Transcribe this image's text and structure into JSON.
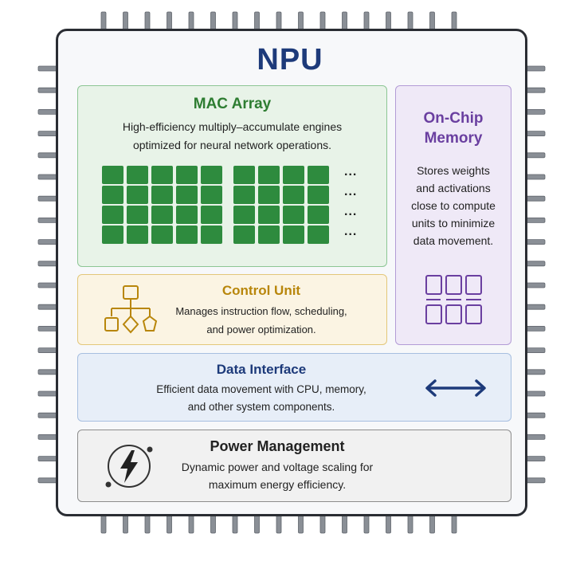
{
  "title": "NPU",
  "mac_array": {
    "title": "MAC Array",
    "description_line1": "High-efficiency multiply–accumulate engines",
    "description_line2": "optimized for neural network operations.",
    "ellipsis": "..."
  },
  "on_chip_memory": {
    "title_line1": "On-Chip",
    "title_line2": "Memory",
    "description_lines": [
      "Stores weights",
      "and activations",
      "close to compute",
      "units to minimize",
      "data movement."
    ]
  },
  "control_unit": {
    "title": "Control Unit",
    "description_line1": "Manages instruction flow, scheduling,",
    "description_line2": "and power optimization."
  },
  "data_interface": {
    "title": "Data Interface",
    "description_line1": "Efficient data movement with CPU, memory,",
    "description_line2": "and other system components."
  },
  "power_management": {
    "title": "Power Management",
    "description_line1": "Dynamic power and voltage scaling for",
    "description_line2": "maximum energy efficiency."
  },
  "colors": {
    "title": "#1d3a7a",
    "mac": "#2e7d32",
    "mac_cell": "#2e8b3e",
    "memory": "#6a3fa0",
    "control": "#b8860b",
    "data_interface": "#1d3a7a",
    "power": "#222222"
  },
  "icons": {
    "control_unit": "hierarchy-flow-icon",
    "on_chip_memory": "memory-grid-icon",
    "data_interface": "double-arrow-icon",
    "power_management": "lightning-bolt-icon"
  }
}
